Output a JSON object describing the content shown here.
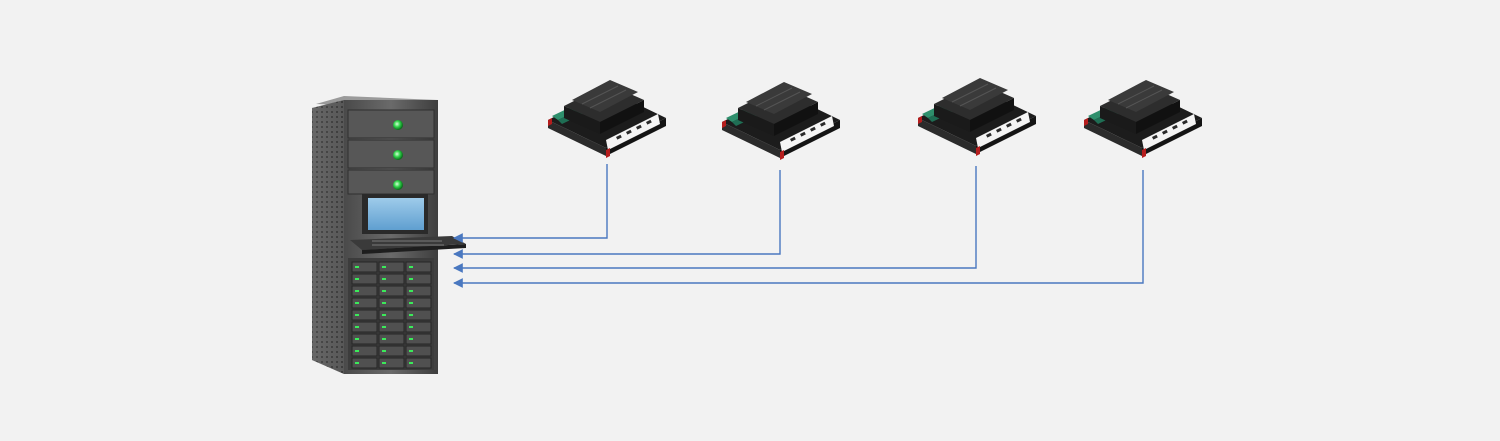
{
  "diagram": {
    "background": "#f2f2f2",
    "connector_color": "#4a78c0",
    "nodes": [
      {
        "id": "server-rack",
        "kind": "rack-server-with-console"
      },
      {
        "id": "device-1",
        "kind": "server-module"
      },
      {
        "id": "device-2",
        "kind": "server-module"
      },
      {
        "id": "device-3",
        "kind": "server-module"
      },
      {
        "id": "device-4",
        "kind": "server-module"
      }
    ],
    "edges": [
      {
        "from": "device-1",
        "to": "server-rack",
        "arrow": "end"
      },
      {
        "from": "device-2",
        "to": "server-rack",
        "arrow": "end"
      },
      {
        "from": "device-3",
        "to": "server-rack",
        "arrow": "end"
      },
      {
        "from": "device-4",
        "to": "server-rack",
        "arrow": "end"
      }
    ]
  }
}
